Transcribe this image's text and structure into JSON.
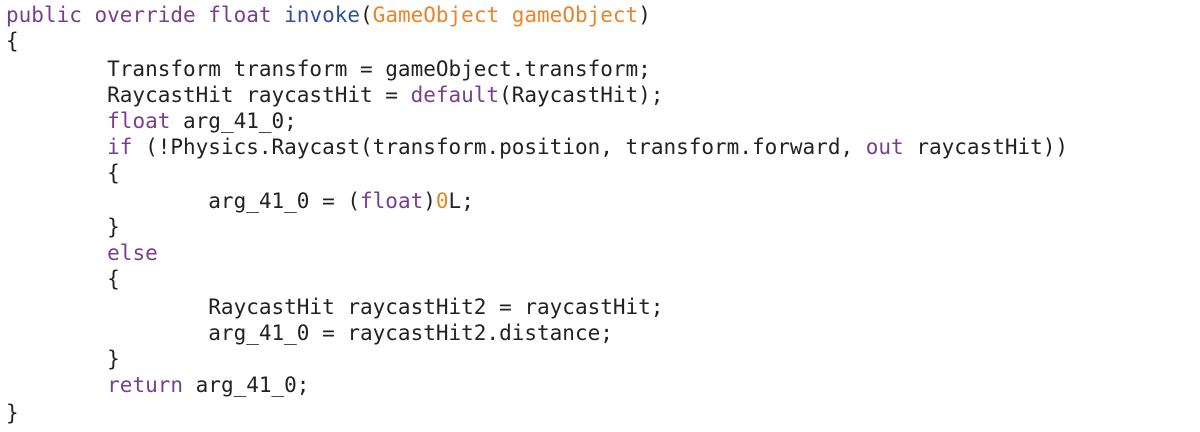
{
  "editor": {
    "colors": {
      "background": "#ffffff",
      "plain": "#222222",
      "keyword": "#7b3e8f",
      "function": "#2f4fa1",
      "parameter": "#e8842a",
      "number": "#e8842a"
    },
    "lines": [
      [
        {
          "text": "public override float ",
          "kind": "kw"
        },
        {
          "text": "invoke",
          "kind": "fn"
        },
        {
          "text": "(",
          "kind": "plain"
        },
        {
          "text": "GameObject gameObject",
          "kind": "type"
        },
        {
          "text": ")",
          "kind": "plain"
        }
      ],
      [
        {
          "text": "{",
          "kind": "plain"
        }
      ],
      [
        {
          "text": "        Transform transform = gameObject.transform;",
          "kind": "plain"
        }
      ],
      [
        {
          "text": "        RaycastHit raycastHit = ",
          "kind": "plain"
        },
        {
          "text": "default",
          "kind": "kw"
        },
        {
          "text": "(RaycastHit);",
          "kind": "plain"
        }
      ],
      [
        {
          "text": "        ",
          "kind": "plain"
        },
        {
          "text": "float",
          "kind": "kw"
        },
        {
          "text": " arg_41_0;",
          "kind": "plain"
        }
      ],
      [
        {
          "text": "        ",
          "kind": "plain"
        },
        {
          "text": "if",
          "kind": "kw"
        },
        {
          "text": " (!Physics.Raycast(transform.position, transform.forward, ",
          "kind": "plain"
        },
        {
          "text": "out",
          "kind": "kw"
        },
        {
          "text": " raycastHit))",
          "kind": "plain"
        }
      ],
      [
        {
          "text": "        {",
          "kind": "plain"
        }
      ],
      [
        {
          "text": "                arg_41_0 = (",
          "kind": "plain"
        },
        {
          "text": "float",
          "kind": "kw"
        },
        {
          "text": ")",
          "kind": "plain"
        },
        {
          "text": "0",
          "kind": "num"
        },
        {
          "text": "L;",
          "kind": "plain"
        }
      ],
      [
        {
          "text": "        }",
          "kind": "plain"
        }
      ],
      [
        {
          "text": "        ",
          "kind": "plain"
        },
        {
          "text": "else",
          "kind": "kw"
        }
      ],
      [
        {
          "text": "        {",
          "kind": "plain"
        }
      ],
      [
        {
          "text": "                RaycastHit raycastHit2 = raycastHit;",
          "kind": "plain"
        }
      ],
      [
        {
          "text": "                arg_41_0 = raycastHit2.distance;",
          "kind": "plain"
        }
      ],
      [
        {
          "text": "        }",
          "kind": "plain"
        }
      ],
      [
        {
          "text": "        ",
          "kind": "plain"
        },
        {
          "text": "return",
          "kind": "kw"
        },
        {
          "text": " arg_41_0;",
          "kind": "plain"
        }
      ],
      [
        {
          "text": "}",
          "kind": "plain"
        }
      ]
    ]
  }
}
